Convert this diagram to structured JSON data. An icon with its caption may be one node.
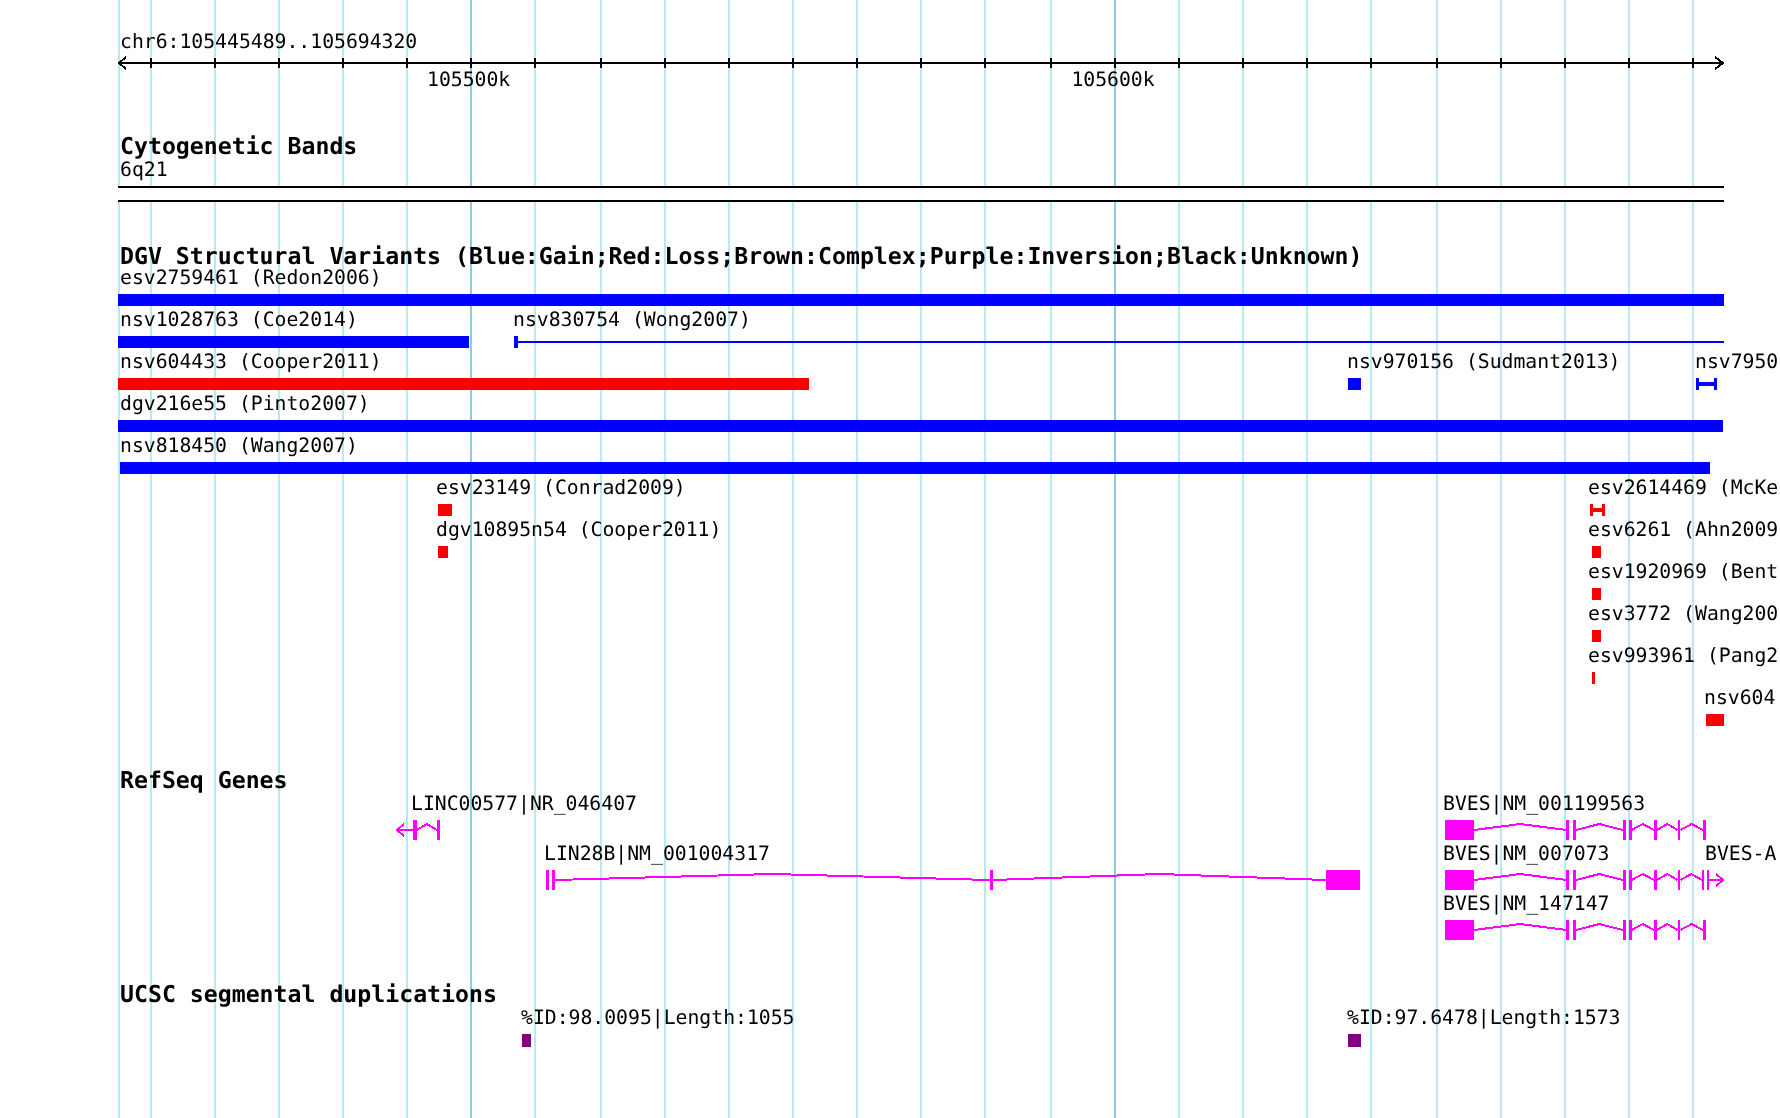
{
  "diagram": {
    "nodes": [
      {
        "text": [
          "Cytogenetic Bands"
        ]
      },
      {
        "text": [
          "6q21"
        ],
        "in": 0
      },
      {
        "text": [
          "DGV Structural Variants (Blue:Gain;Red:Loss;Brown:Complex;Purple:Inversion;Black:Unknown)"
        ]
      },
      {
        "text": [
          "esv2759461 (Redon2006)"
        ],
        "in": 2
      },
      {
        "text": [
          "nsv1028763 (Coe2014)"
        ],
        "in": 2
      },
      {
        "text": [
          "nsv830754 (Wong2007)"
        ],
        "in": 2
      },
      {
        "text": [
          "nsv604433 (Cooper2011)"
        ],
        "in": 2
      },
      {
        "text": [
          "nsv970156 (Sudmant2013)"
        ],
        "in": 2
      },
      {
        "text": [
          "nsv7950"
        ],
        "in": 2
      },
      {
        "text": [
          "dgv216e55 (Pinto2007)"
        ],
        "in": 2
      },
      {
        "text": [
          "nsv818450 (Wang2007)"
        ],
        "in": 2
      },
      {
        "text": [
          "esv23149 (Conrad2009)"
        ],
        "in": 2
      },
      {
        "text": [
          "esv2614469 (McKe"
        ],
        "in": 2
      },
      {
        "text": [
          "dgv10895n54 (Cooper2011)"
        ],
        "in": 2
      },
      {
        "text": [
          "esv6261 (Ahn2009"
        ],
        "in": 2
      },
      {
        "text": [
          "esv1920969 (Bent"
        ],
        "in": 2
      },
      {
        "text": [
          "esv3772 (Wang200"
        ],
        "in": 2
      },
      {
        "text": [
          "esv993961 (Pang2"
        ],
        "in": 2
      },
      {
        "text": [
          "nsv604"
        ],
        "in": 2
      },
      {
        "text": [
          "RefSeq Genes"
        ]
      },
      {
        "text": [
          "LINC00577|NR_046407"
        ],
        "in": 19
      },
      {
        "text": [
          "BVES|NM_001199563"
        ],
        "in": 19
      },
      {
        "text": [
          "LIN28B|NM_001004317"
        ],
        "in": 19
      },
      {
        "text": [
          "BVES|NM_007073"
        ],
        "in": 19
      },
      {
        "text": [
          "BVES-A"
        ],
        "in": 19
      },
      {
        "text": [
          "BVES|NM_147147"
        ],
        "in": 19
      },
      {
        "text": [
          "UCSC segmental duplications"
        ]
      },
      {
        "text": [
          "%ID:98.0095|Length:1055"
        ],
        "in": 26
      },
      {
        "text": [
          "%ID:97.6478|Length:1573"
        ],
        "in": 26
      }
    ],
    "labels": [
      "chr6:105445489..105694320",
      "105500k",
      "105600k"
    ]
  }
}
